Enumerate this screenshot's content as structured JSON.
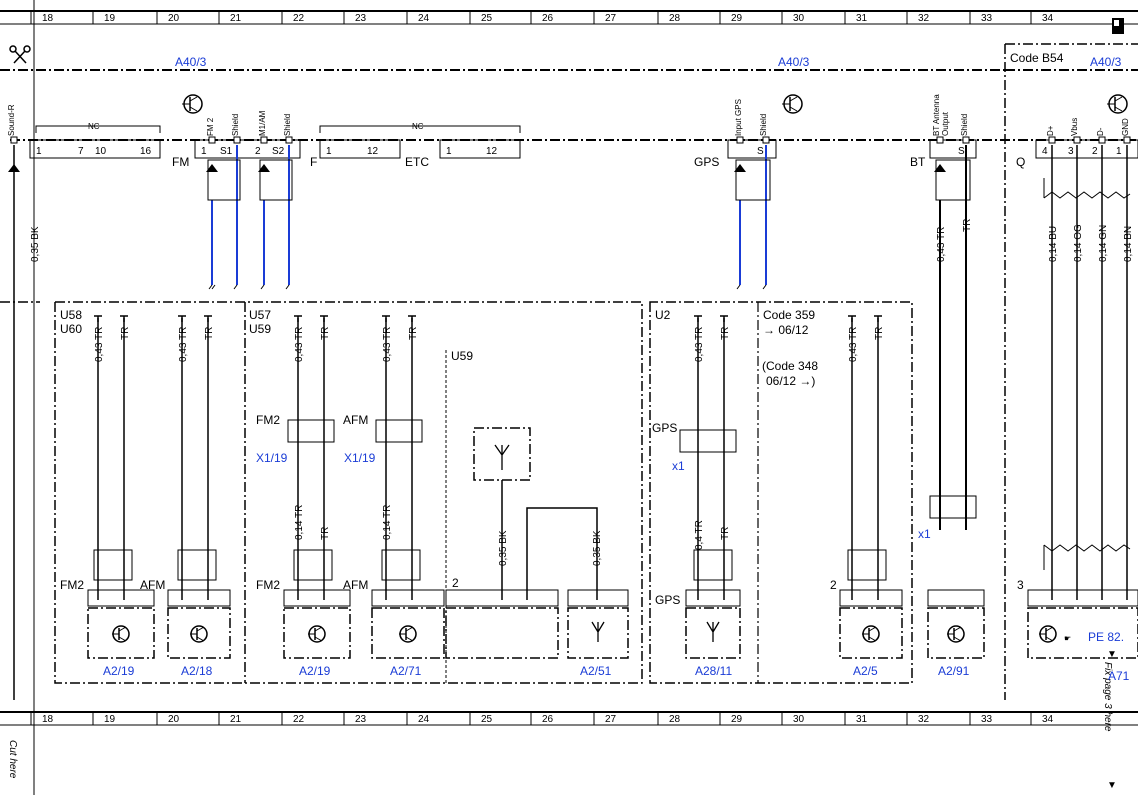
{
  "grid": {
    "columns": [
      "18",
      "19",
      "20",
      "21",
      "22",
      "23",
      "24",
      "25",
      "26",
      "27",
      "28",
      "29",
      "30",
      "31",
      "32",
      "33",
      "34"
    ]
  },
  "modules": {
    "a40_left": "A40/3",
    "a40_mid": "A40/3",
    "a40_right": "A40/3",
    "code_b54": "Code B54"
  },
  "pins": {
    "sound_r": "Sound-R",
    "fm2": "FM 2",
    "shield": "Shield",
    "m1am": "M1/AM",
    "input_gps": "Input GPS",
    "bt_antenna": "BT Antenna",
    "output": "Output",
    "d_plus": "D+",
    "v_bus": "Vbus",
    "d_minus": "D-",
    "gnd": "GND"
  },
  "connectors": {
    "fm": "FM",
    "f": "F",
    "etc": "ETC",
    "gps": "GPS",
    "bt": "BT",
    "q": "Q",
    "nc": "NC",
    "n1": "1",
    "n7": "7",
    "n10": "10",
    "n16": "16",
    "n12": "12",
    "n2": "2",
    "n3": "3",
    "n4": "4",
    "s1": "S1",
    "s2": "S2",
    "s": "S"
  },
  "wires": {
    "bk035": "0,35 BK",
    "tr043": "0,43 TR",
    "tr": "TR",
    "tr014": "0,14 TR",
    "tr04": "0,4 TR",
    "bu014": "0,14 BU",
    "og014": "0,14 OG",
    "gn014": "0,14 GN",
    "br014": "0,14 BN"
  },
  "variants": {
    "u58": "U58",
    "u60": "U60",
    "u57": "U57",
    "u59": "U59",
    "u59b": "U59",
    "u2": "U2",
    "code359": "Code 359",
    "code359_date": "→ 06/12",
    "code348": "(Code 348",
    "code348_date": "06/12 →)"
  },
  "labels": {
    "fm2": "FM2",
    "afm": "AFM",
    "gps": "GPS",
    "x1": "x1",
    "x1_19": "X1/19",
    "num2": "2",
    "num1": "1",
    "num3": "3"
  },
  "components": {
    "a2_19": "A2/19",
    "a2_18": "A2/18",
    "a2_19b": "A2/19",
    "a2_71": "A2/71",
    "a2_51": "A2/51",
    "a28_11": "A28/11",
    "a2_5": "A2/5",
    "a2_91": "A2/91",
    "pe82": "PE 82."
  },
  "footer": {
    "cut_here": "Cut here",
    "fix_page": "Fix page 3 here",
    "ref_a71": "A71"
  },
  "colors": {
    "label_blue": "#1a3cd6",
    "line": "#000000"
  }
}
